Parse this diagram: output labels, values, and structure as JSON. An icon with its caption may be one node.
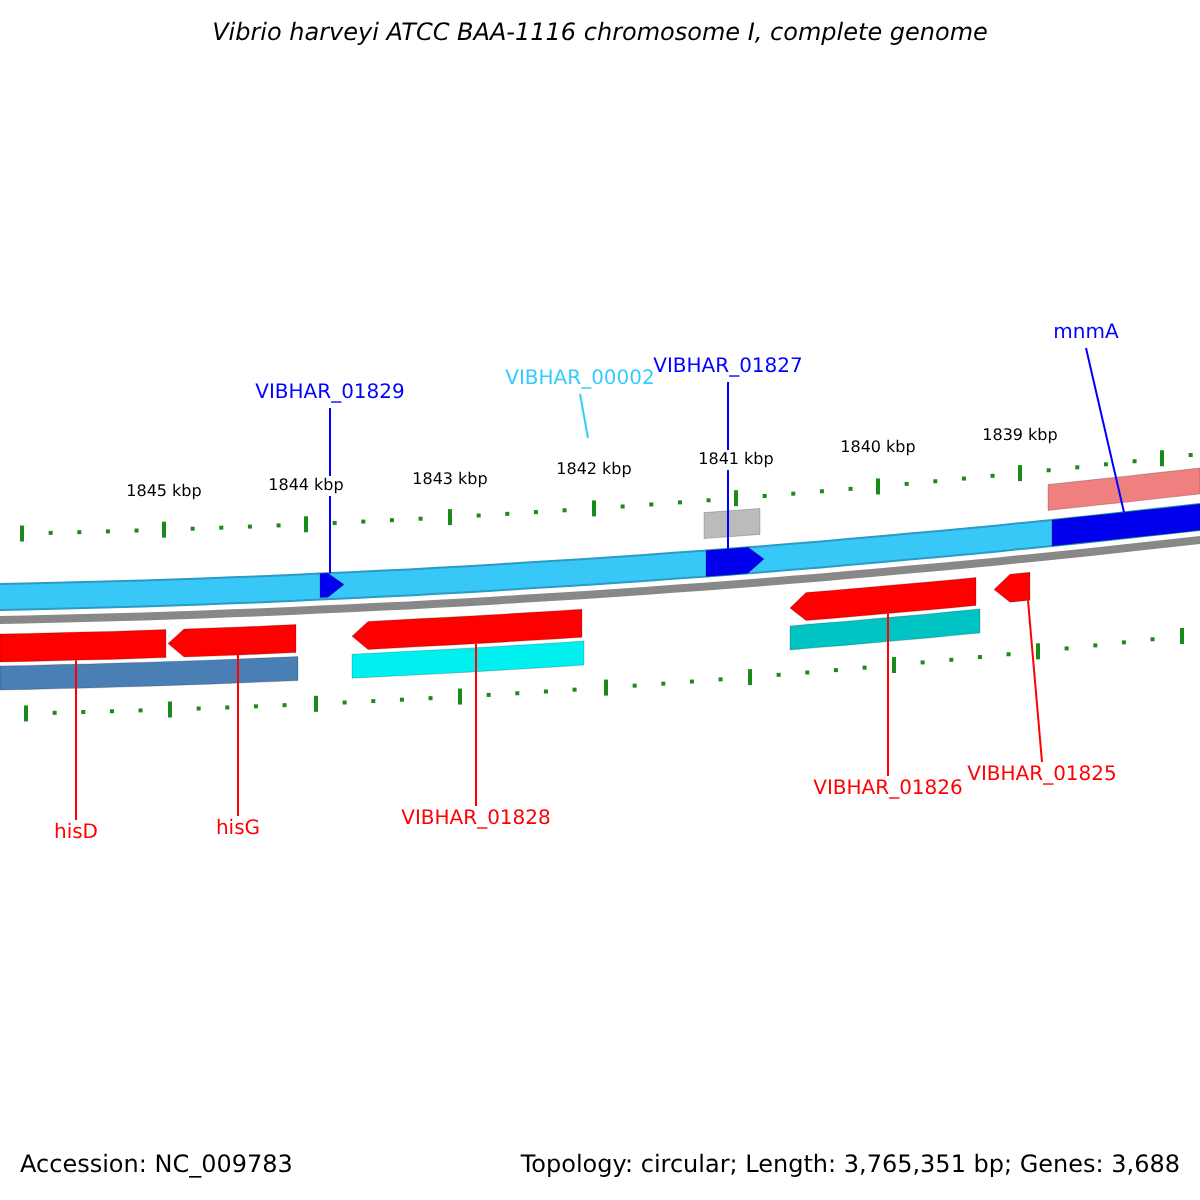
{
  "diagram": {
    "title": "Vibrio harveyi ATCC BAA-1116 chromosome I, complete genome",
    "nodes": [
      {
        "text": [
          "VIBHAR_01829"
        ]
      },
      {
        "text": [
          "VIBHAR_00002"
        ]
      },
      {
        "text": [
          "VIBHAR_01827"
        ]
      },
      {
        "text": [
          "mnmA"
        ]
      },
      {
        "text": [],
        "shape": "arrow"
      },
      {
        "text": [],
        "shape": "arrow"
      },
      {
        "text": [],
        "shape": "bar"
      },
      {
        "text": [],
        "shape": "bar"
      },
      {
        "text": [],
        "shape": "arrow"
      },
      {
        "text": [],
        "shape": "arrow"
      },
      {
        "text": [],
        "shape": "arrow"
      },
      {
        "text": [],
        "shape": "arrow"
      },
      {
        "text": [
          "hisD"
        ]
      },
      {
        "text": [
          "hisG"
        ]
      },
      {
        "text": [
          "VIBHAR_01828"
        ]
      },
      {
        "text": [
          "VIBHAR_01826"
        ]
      },
      {
        "text": [
          "VIBHAR_01825"
        ]
      },
      {
        "text": [],
        "shape": "bar"
      },
      {
        "text": [],
        "shape": "bar"
      },
      {
        "text": [],
        "shape": "bar"
      },
      {
        "text": [],
        "shape": "bar"
      },
      {
        "text": [],
        "shape": "bar"
      }
    ],
    "edges": [
      {
        "from": 0,
        "to": 4,
        "arrow": "none",
        "color": "#0000ff"
      },
      {
        "from": 1,
        "to": null,
        "arrow": "none",
        "color": "#33ccff"
      },
      {
        "from": 2,
        "to": 5,
        "arrow": "none",
        "color": "#0000ff"
      },
      {
        "from": 3,
        "to": 6,
        "arrow": "none",
        "color": "#0000ff"
      },
      {
        "from": 12,
        "to": 7,
        "arrow": "none"
      },
      {
        "from": 13,
        "to": 8,
        "arrow": "none"
      },
      {
        "from": 14,
        "to": 9,
        "arrow": "none"
      },
      {
        "from": 15,
        "to": 10,
        "arrow": "none"
      },
      {
        "from": 16,
        "to": 11,
        "arrow": "none"
      }
    ],
    "labels": [
      "1845 kbp",
      "1844 kbp",
      "1843 kbp",
      "1842 kbp",
      "1841 kbp",
      "1840 kbp",
      "1839 kbp",
      "Accession: NC_009783",
      "Topology: circular; Length: 3,765,351 bp; Genes: 3,688"
    ]
  }
}
